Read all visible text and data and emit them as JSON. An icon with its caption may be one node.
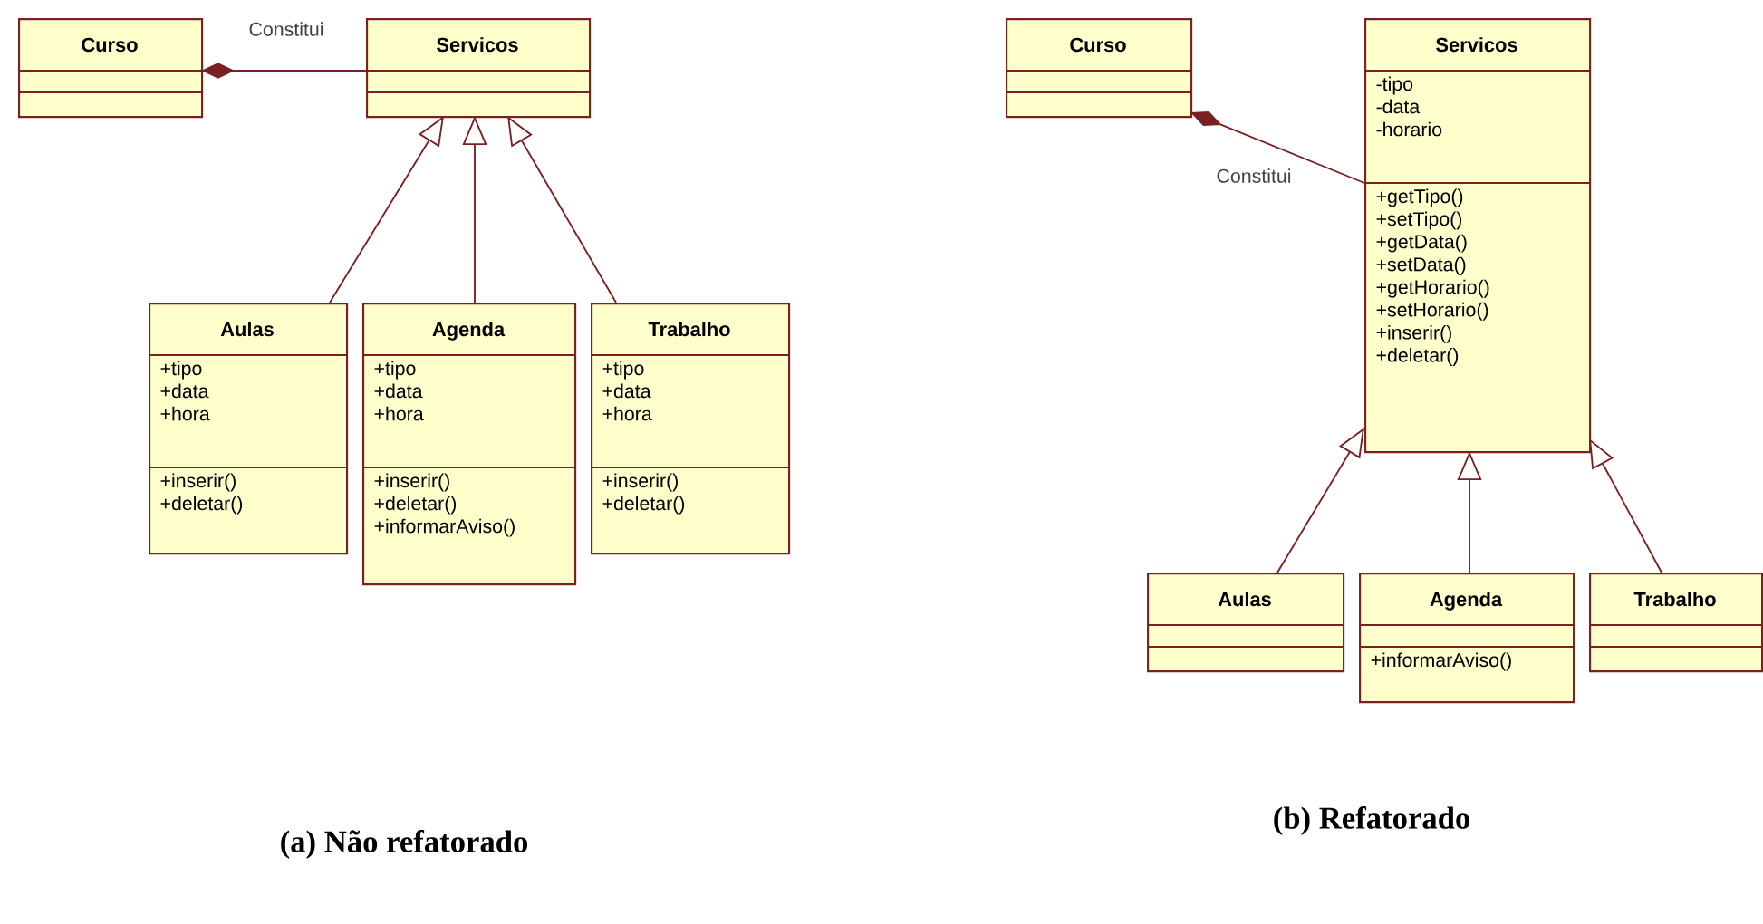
{
  "diagram": {
    "nodes": [
      {
        "text": [
          "Curso"
        ]
      },
      {
        "text": [
          "Servicos"
        ]
      },
      {
        "text": [
          "Aulas",
          "+tipo +data +hora",
          "+inserir() +deletar()"
        ]
      },
      {
        "text": [
          "Agenda",
          "+tipo +data +hora",
          "+inserir() +deletar() +informarAviso()"
        ]
      },
      {
        "text": [
          "Trabalho",
          "+tipo +data +hora",
          "+inserir() +deletar()"
        ]
      },
      {
        "text": [
          "Curso"
        ]
      },
      {
        "text": [
          "Servicos",
          "-tipo -data -horario",
          "+getTipo() +setTipo() +getData() +setData() +getHorario() +setHorario() +inserir() +deletar()"
        ]
      },
      {
        "text": [
          "Aulas"
        ]
      },
      {
        "text": [
          "Agenda",
          "+informarAviso()"
        ]
      },
      {
        "text": [
          "Trabalho"
        ]
      }
    ],
    "edges": [
      {
        "from": 0,
        "to": 1,
        "arrow": "other",
        "label": "Constitui"
      },
      {
        "from": 2,
        "to": 1,
        "arrow": "to"
      },
      {
        "from": 3,
        "to": 1,
        "arrow": "to"
      },
      {
        "from": 4,
        "to": 1,
        "arrow": "to"
      },
      {
        "from": 5,
        "to": 6,
        "arrow": "other",
        "label": "Constitui"
      },
      {
        "from": 7,
        "to": 6,
        "arrow": "to"
      },
      {
        "from": 8,
        "to": 6,
        "arrow": "to"
      },
      {
        "from": 9,
        "to": 6,
        "arrow": "to"
      }
    ],
    "labels": [
      "(a) Não refatorado",
      "(b) Refatorado"
    ]
  }
}
